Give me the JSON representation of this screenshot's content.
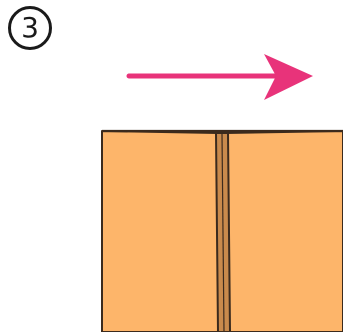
{
  "step": {
    "number": "3"
  },
  "colors": {
    "paper": "#fdb56a",
    "paper_outline": "#3b2a1d",
    "crease": "#b97a3c",
    "arrow": "#e8337a",
    "badge": "#1a1a1a"
  },
  "arrow": {
    "direction": "right"
  },
  "paper": {
    "state": "folded-in-half-vertical"
  }
}
